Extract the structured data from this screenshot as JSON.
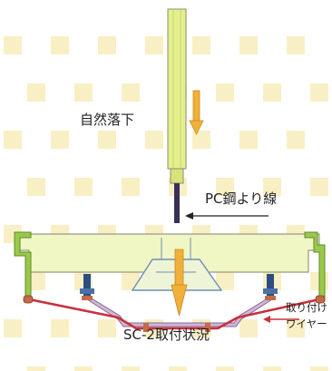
{
  "labels": {
    "fall": "自然落下",
    "pc_strand": "PC鋼より線",
    "caption": "SC-2取付状況",
    "wire_line1": "取り付け",
    "wire_line2": "ワイヤー"
  },
  "colors": {
    "background_squares": "#f9efc4",
    "concrete": "#f0f6c4",
    "concrete_edge": "#9a9a84",
    "rod": "#e4f08c",
    "rod_edge": "#8b8b73",
    "arrow_orange": "#f1b03a",
    "wire": "#c8303c",
    "bracket_fill": "#d7b3d8",
    "bracket_edge": "#7d6b90",
    "bolt": "#2d4d82",
    "cone": "#6d90b5",
    "end_plate": "#9ac94a"
  }
}
